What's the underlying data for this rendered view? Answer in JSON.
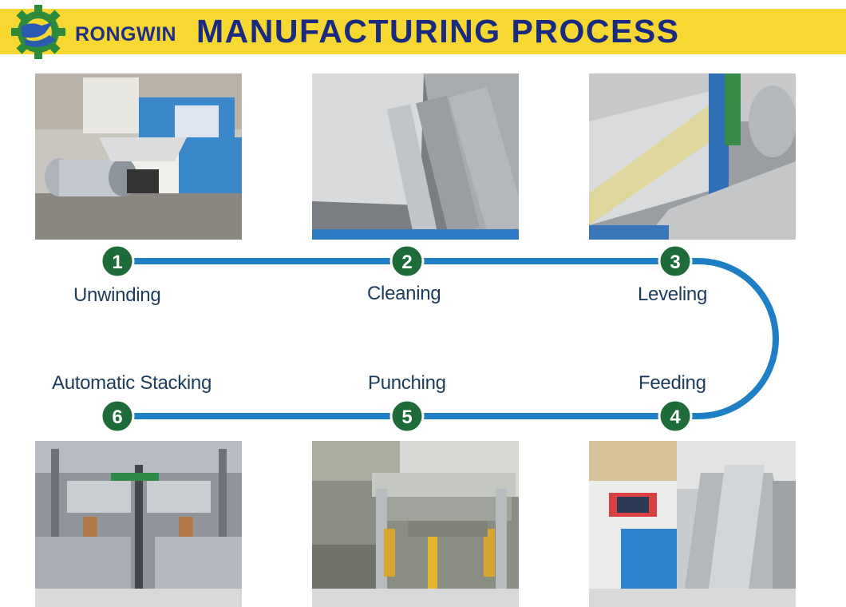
{
  "header": {
    "brand": "RONGWIN",
    "title": "MANUFACTURING PROCESS",
    "band_color": "#f7d732",
    "title_color": "#1a2a7e"
  },
  "steps": [
    {
      "number": "1",
      "label": "Unwinding"
    },
    {
      "number": "2",
      "label": "Cleaning"
    },
    {
      "number": "3",
      "label": "Leveling"
    },
    {
      "number": "4",
      "label": "Feeding"
    },
    {
      "number": "5",
      "label": "Punching"
    },
    {
      "number": "6",
      "label": "Automatic Stacking"
    }
  ],
  "colors": {
    "flow_line": "#1f7fc4",
    "step_badge": "#1e6b3a"
  }
}
